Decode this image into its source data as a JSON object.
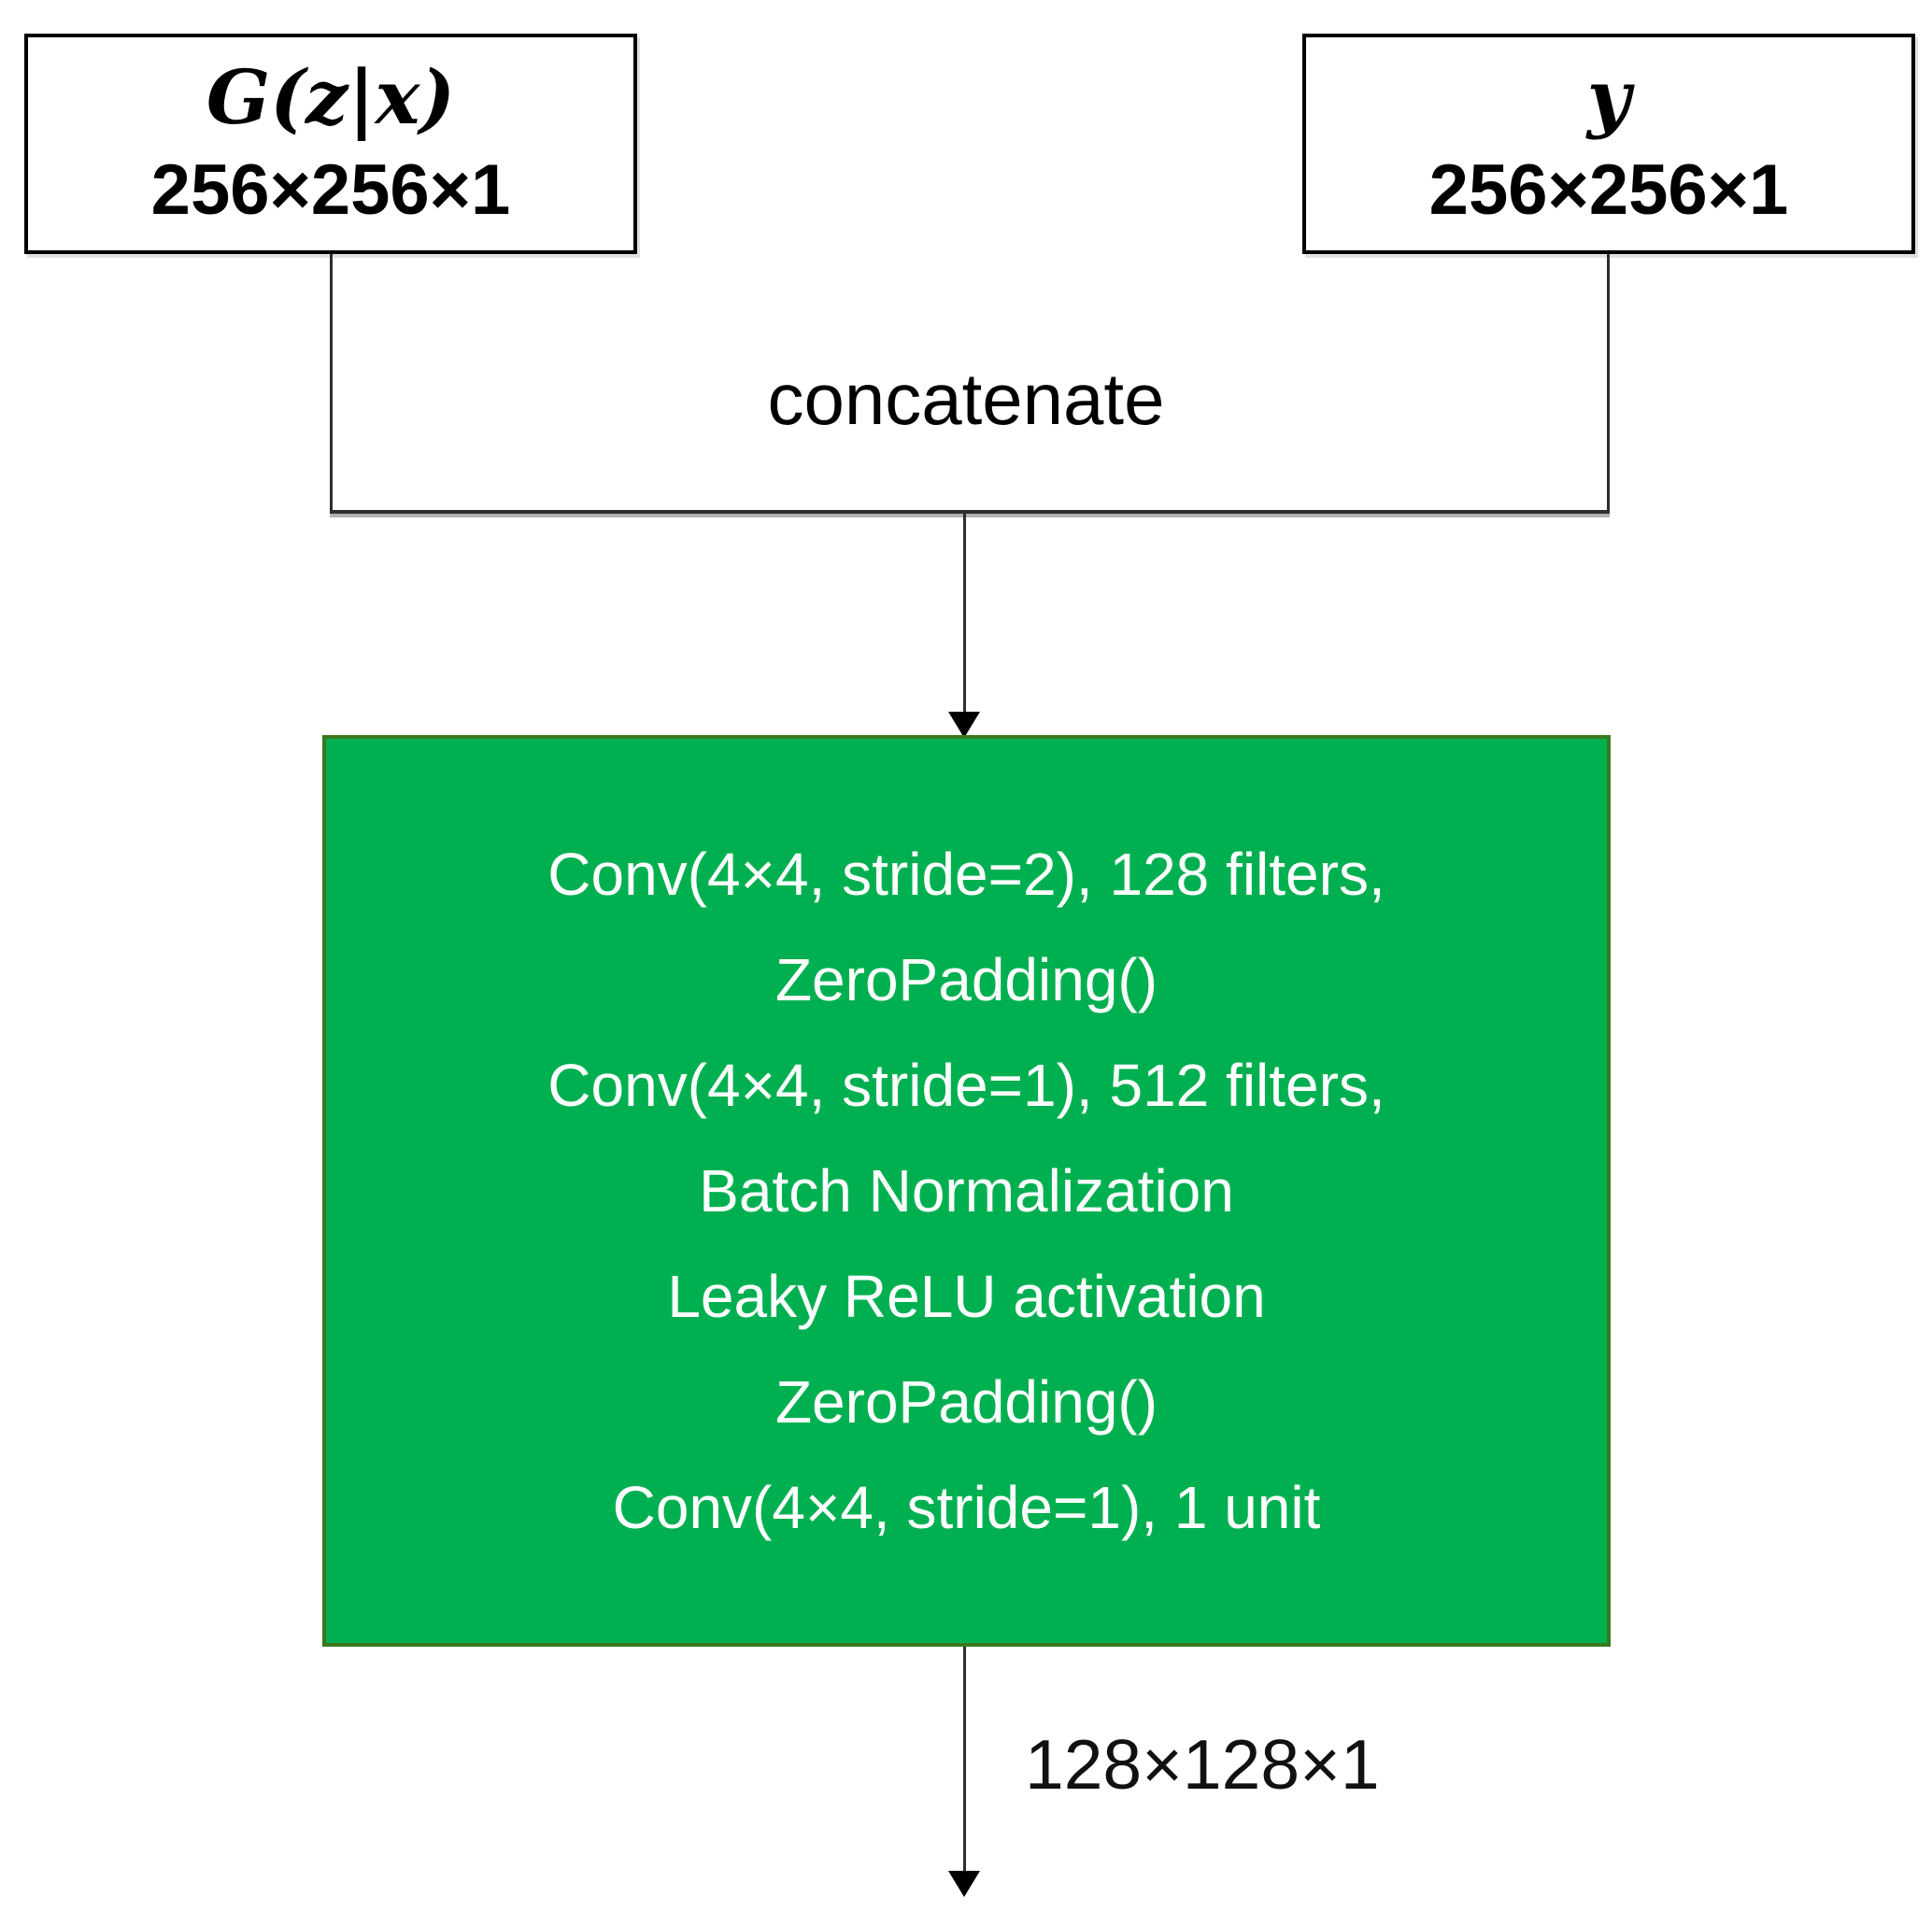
{
  "inputs": {
    "left": {
      "label": "G(z|x)",
      "dims": "256×256×1"
    },
    "right": {
      "label": "y",
      "dims": "256×256×1"
    }
  },
  "concat_label": "concatenate",
  "conv_block": {
    "lines": [
      "Conv(4×4, stride=2), 128 filters,",
      "ZeroPadding()",
      "Conv(4×4, stride=1), 512 filters,",
      "Batch Normalization",
      "Leaky ReLU activation",
      "ZeroPadding()",
      "Conv(4×4, stride=1), 1 unit"
    ]
  },
  "output_dims": "128×128×1",
  "colors": {
    "block_fill": "#00b050",
    "block_border": "#38791f",
    "box_border": "#000000",
    "connector": "#2e2e2e",
    "text_on_block": "#ffffff"
  }
}
